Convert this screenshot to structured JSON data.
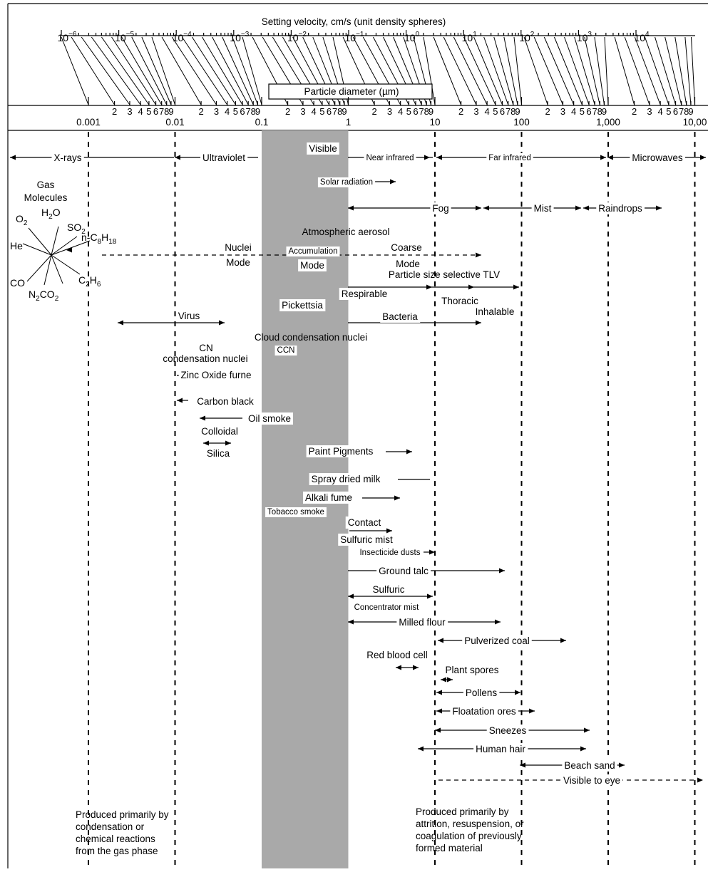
{
  "header": {
    "title": "Setting velocity, cm/s (unit density spheres)",
    "diameter_label": "Particle diameter (µm)"
  },
  "velocity_ticks": [
    {
      "base": "10",
      "exp": "−6"
    },
    {
      "base": "10",
      "exp": "−5"
    },
    {
      "base": "10",
      "exp": "−4"
    },
    {
      "base": "10",
      "exp": "−3"
    },
    {
      "base": "10",
      "exp": "−2"
    },
    {
      "base": "10",
      "exp": "−1"
    },
    {
      "base": "10",
      "exp": "0"
    },
    {
      "base": "10",
      "exp": "1"
    },
    {
      "base": "10",
      "exp": "2"
    },
    {
      "base": "10",
      "exp": "3"
    },
    {
      "base": "10",
      "exp": "4"
    }
  ],
  "diameter_decades": [
    "0.001",
    "0.01",
    "0.1",
    "1",
    "10",
    "100",
    "1,000",
    "10,00"
  ],
  "minor_digits": [
    "2",
    "3",
    "4",
    "5",
    "6",
    "7",
    "8",
    "9"
  ],
  "bands": {
    "xrays": "X-rays",
    "ultraviolet": "Ultraviolet",
    "visible": "Visible",
    "near_infrared": "Near infrared",
    "far_infrared": "Far infrared",
    "microwaves": "Microwaves",
    "solar": "Solar radiation"
  },
  "gas": {
    "title_line1": "Gas",
    "title_line2": "Molecules",
    "o2": "O₂",
    "h2o": "H₂O",
    "so2": "SO₂",
    "he": "He",
    "co": "CO",
    "n2": "N₂",
    "co2": "CO₂",
    "c2h6": "C₂H₆",
    "octane": "n-C₈H₁₈"
  },
  "items": {
    "fog": "Fog",
    "mist": "Mist",
    "raindrops": "Raindrops",
    "aerosol": "Atmospheric aerosol",
    "nuclei": "Nuclei",
    "mode_left": "Mode",
    "accumulation": "Accumulation",
    "mode_mid": "Mode",
    "coarse": "Coarse",
    "mode_right": "Mode",
    "tlv": "Particle size selective TLV",
    "respirable": "Respirable",
    "thoracic": "Thoracic",
    "inhalable": "Inhalable",
    "pickettsia": "Pickettsia",
    "virus": "Virus",
    "bacteria": "Bacteria",
    "ccn_title": "Cloud condensation nuclei",
    "ccn": "CCN",
    "cn": "CN",
    "cn_sub": "condensation nuclei",
    "zinc": "Zinc Oxide furne",
    "carbon": "Carbon black",
    "oil": "Oil smoke",
    "colloidal": "Colloidal",
    "silica": "Silica",
    "paint": "Paint Pigments",
    "milk": "Spray dried milk",
    "alkali": "Alkali fume",
    "tobacco": "Tobacco smoke",
    "contact": "Contact",
    "sulfuric_mist": "Sulfuric mist",
    "insecticide": "Insecticide dusts",
    "talc": "Ground talc",
    "sulfuric": "Sulfuric",
    "concentrator": "Concentrator mist",
    "flour": "Milled flour",
    "coal": "Pulverized coal",
    "rbc": "Red blood cell",
    "spores": "Plant spores",
    "pollens": "Pollens",
    "ores": "Floatation ores",
    "sneezes": "Sneezes",
    "hair": "Human hair",
    "sand": "Beach sand",
    "eye": "Visible to eye"
  },
  "footer": {
    "left": [
      "Produced primarily by",
      "condensation or",
      "chemical reactions",
      "from the gas phase"
    ],
    "right": [
      "Produced primarily by",
      "attrition, resuspension, or",
      "coagulation of previously",
      "formed material"
    ]
  }
}
